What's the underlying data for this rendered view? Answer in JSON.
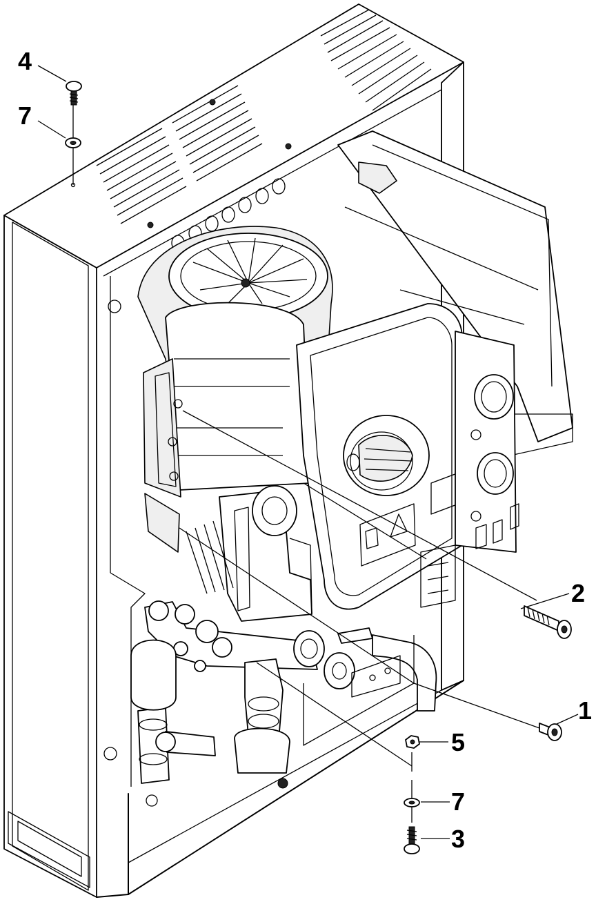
{
  "callouts": {
    "c1": "1",
    "c2": "2",
    "c3": "3",
    "c4": "4",
    "c5": "5",
    "c7_top": "7",
    "c7_bottom": "7"
  },
  "colors": {
    "line": "#000000",
    "background": "#ffffff",
    "panel_shade": "#efefef"
  }
}
